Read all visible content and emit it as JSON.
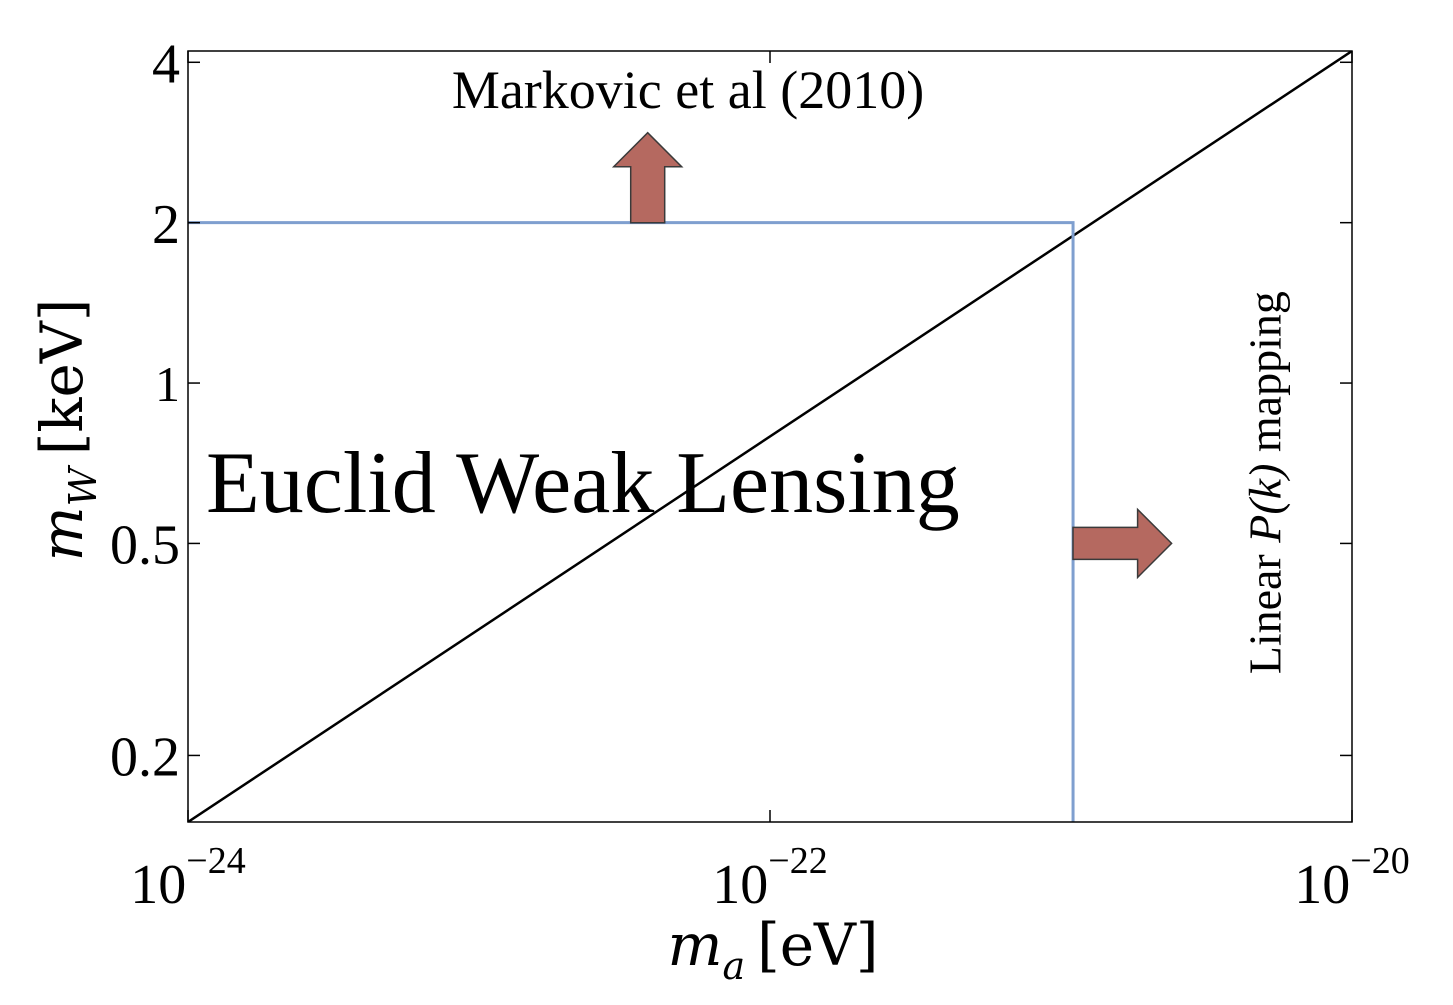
{
  "chart_data": {
    "type": "line",
    "xscale": "log",
    "yscale": "log",
    "xlim": [
      1e-24,
      1e-20
    ],
    "ylim": [
      0.15,
      4.2
    ],
    "xlabel": {
      "var": "m",
      "sub": "a",
      "unit": "[eV]"
    },
    "ylabel": {
      "var": "m",
      "sub": "W",
      "unit": "[keV]"
    },
    "xticks": [
      {
        "value": 1e-24,
        "base": "10",
        "exp": "−24"
      },
      {
        "value": 1e-22,
        "base": "10",
        "exp": "−22"
      },
      {
        "value": 1e-20,
        "base": "10",
        "exp": "−20"
      }
    ],
    "yticks": [
      {
        "value": 0.2,
        "label": "0.2",
        "size": "large"
      },
      {
        "value": 0.5,
        "label": "0.5",
        "size": "large"
      },
      {
        "value": 1,
        "label": "1",
        "size": "small"
      },
      {
        "value": 2,
        "label": "2",
        "size": "large"
      },
      {
        "value": 4,
        "label": "4",
        "size": "large"
      }
    ],
    "grid": false,
    "series": [
      {
        "color": "#000000",
        "points": [
          [
            1e-24,
            0.15
          ],
          [
            1e-20,
            4.2
          ]
        ]
      },
      {
        "color": "#7f9fcf",
        "points": [
          [
            1e-24,
            2.0
          ],
          [
            1.1e-21,
            2.0
          ],
          [
            1.1e-21,
            0.15
          ]
        ]
      }
    ],
    "annotations": [
      {
        "text": "Markovic et al (2010)",
        "x": 1e-22,
        "y": 3.25
      },
      {
        "text": "Euclid Weak Lensing",
        "x": 1e-23,
        "y": 0.56
      },
      {
        "text": "Linear",
        "text_math": "P(k)",
        "text_rest": "mapping",
        "x": 5e-21,
        "y": 0.65,
        "rotated": true
      }
    ],
    "arrows": [
      {
        "direction": "up",
        "x": 3.8e-23,
        "y_from": 2.0,
        "y_to": 2.95,
        "color": "#b56960"
      },
      {
        "direction": "right",
        "x_from": 1.1e-21,
        "x_to": 2.4e-21,
        "y": 0.5,
        "color": "#b56960"
      }
    ]
  }
}
